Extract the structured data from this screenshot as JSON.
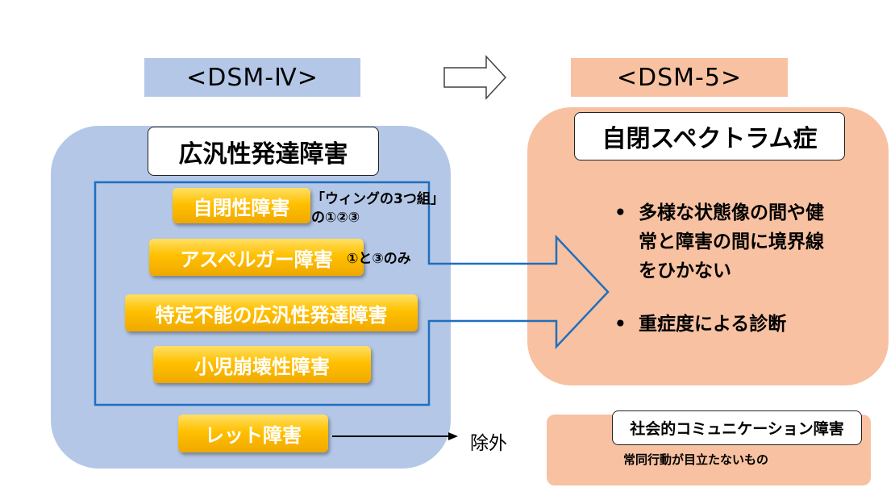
{
  "headers": {
    "left": "<DSM-Ⅳ>",
    "right": "<DSM-5>"
  },
  "left_panel": {
    "title": "広汎性発達障害",
    "items": [
      "自閉性障害",
      "アスペルガー障害",
      "特定不能の広汎性発達障害",
      "小児崩壊性障害"
    ],
    "excluded_item": "レット障害",
    "note_autism_line1": "「ウィングの3つ組」",
    "note_autism_line2": "の①②③",
    "note_asperger": "①と③のみ",
    "excluded_label": "除外"
  },
  "right_panel": {
    "title": "自閉スペクトラム症",
    "bullet_symbol": "•",
    "bullets": [
      [
        "多様な状態像の間や健",
        "常と障害の間に境界線",
        "をひかない"
      ],
      [
        "重症度による診断"
      ]
    ]
  },
  "small_panel": {
    "title": "社会的コミュニケーション障害",
    "description": "常同行動が目立たないもの"
  },
  "colors": {
    "blue": "#b4c7e7",
    "orange": "#f8c1a1",
    "gold": "#ffc000",
    "line": "#0070c0"
  }
}
